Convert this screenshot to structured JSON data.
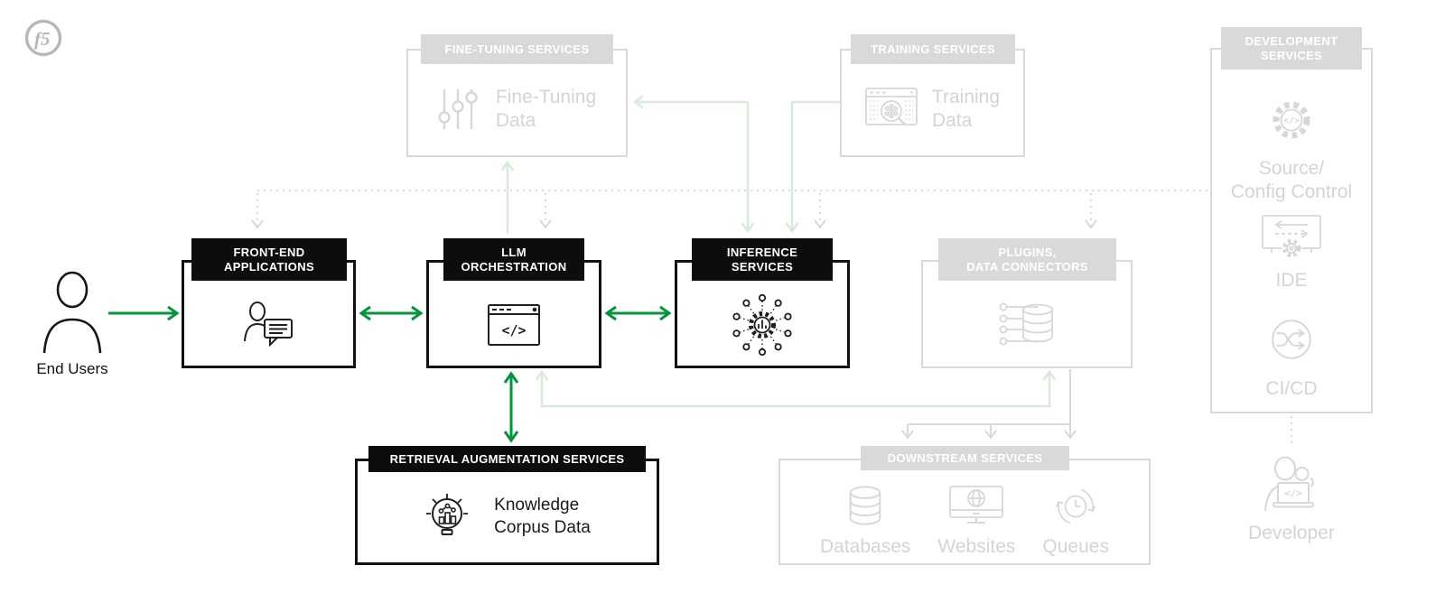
{
  "logo": {
    "text": "f5"
  },
  "colors": {
    "green": "#009639",
    "green_faded": "#d9e9da",
    "gray_line": "#dadada",
    "gray_fill": "#d9d9d9",
    "gray_text": "#d4d4d4",
    "black": "#111111"
  },
  "nodes": {
    "fine_tuning": {
      "title": "FINE-TUNING SERVICES",
      "label": "Fine-Tuning\nData",
      "icon": "sliders-icon"
    },
    "training": {
      "title": "TRAINING SERVICES",
      "label": "Training\nData",
      "icon": "table-search-icon"
    },
    "development": {
      "title": "DEVELOPMENT\nSERVICES",
      "items": [
        {
          "label": "Source/\nConfig Control",
          "icon": "gear-code-icon"
        },
        {
          "label": "IDE",
          "icon": "ide-icon"
        },
        {
          "label": "CI/CD",
          "icon": "cicd-icon"
        }
      ]
    },
    "front_end": {
      "title": "FRONT-END\nAPPLICATIONS",
      "icon": "user-chat-icon"
    },
    "llm_orchestration": {
      "title": "LLM\nORCHESTRATION",
      "icon": "browser-code-icon"
    },
    "inference": {
      "title": "INFERENCE\nSERVICES",
      "icon": "gear-network-icon"
    },
    "plugins": {
      "title": "PLUGINS,\nDATA CONNECTORS",
      "icon": "connectors-db-icon"
    },
    "retrieval": {
      "title": "RETRIEVAL AUGMENTATION SERVICES",
      "label": "Knowledge\nCorpus Data",
      "icon": "bulb-chart-icon"
    },
    "downstream": {
      "title": "DOWNSTREAM SERVICES",
      "items": [
        {
          "label": "Databases",
          "icon": "database-icon"
        },
        {
          "label": "Websites",
          "icon": "website-icon"
        },
        {
          "label": "Queues",
          "icon": "queue-icon"
        }
      ]
    }
  },
  "actors": {
    "end_users": {
      "label": "End Users",
      "icon": "person-icon"
    },
    "developer": {
      "label": "Developer",
      "icon": "developer-icon"
    }
  }
}
